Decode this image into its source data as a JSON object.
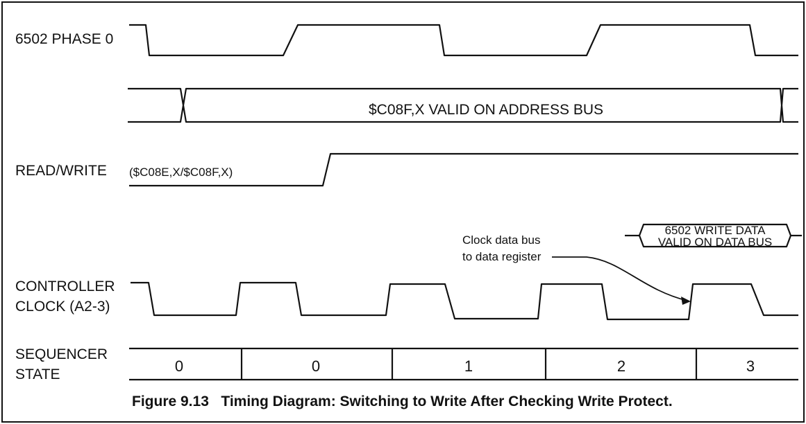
{
  "signals": {
    "phase0": "6502 PHASE 0",
    "read_write": "READ/WRITE",
    "controller_clock_1": "CONTROLLER",
    "controller_clock_2": "CLOCK (A2-3)",
    "sequencer_1": "SEQUENCER",
    "sequencer_2": "STATE"
  },
  "address_bus_label": "$C08F,X VALID ON ADDRESS BUS",
  "read_write_note": "($C08E,X/$C08F,X)",
  "annotation": {
    "line1": "Clock data bus",
    "line2": "to data register"
  },
  "write_data_box": {
    "line1": "6502 WRITE DATA",
    "line2": "VALID ON DATA BUS"
  },
  "sequencer_states": [
    "0",
    "0",
    "1",
    "2",
    "3"
  ],
  "caption": "Figure 9.13   Timing Diagram: Switching to Write After Checking Write Protect."
}
